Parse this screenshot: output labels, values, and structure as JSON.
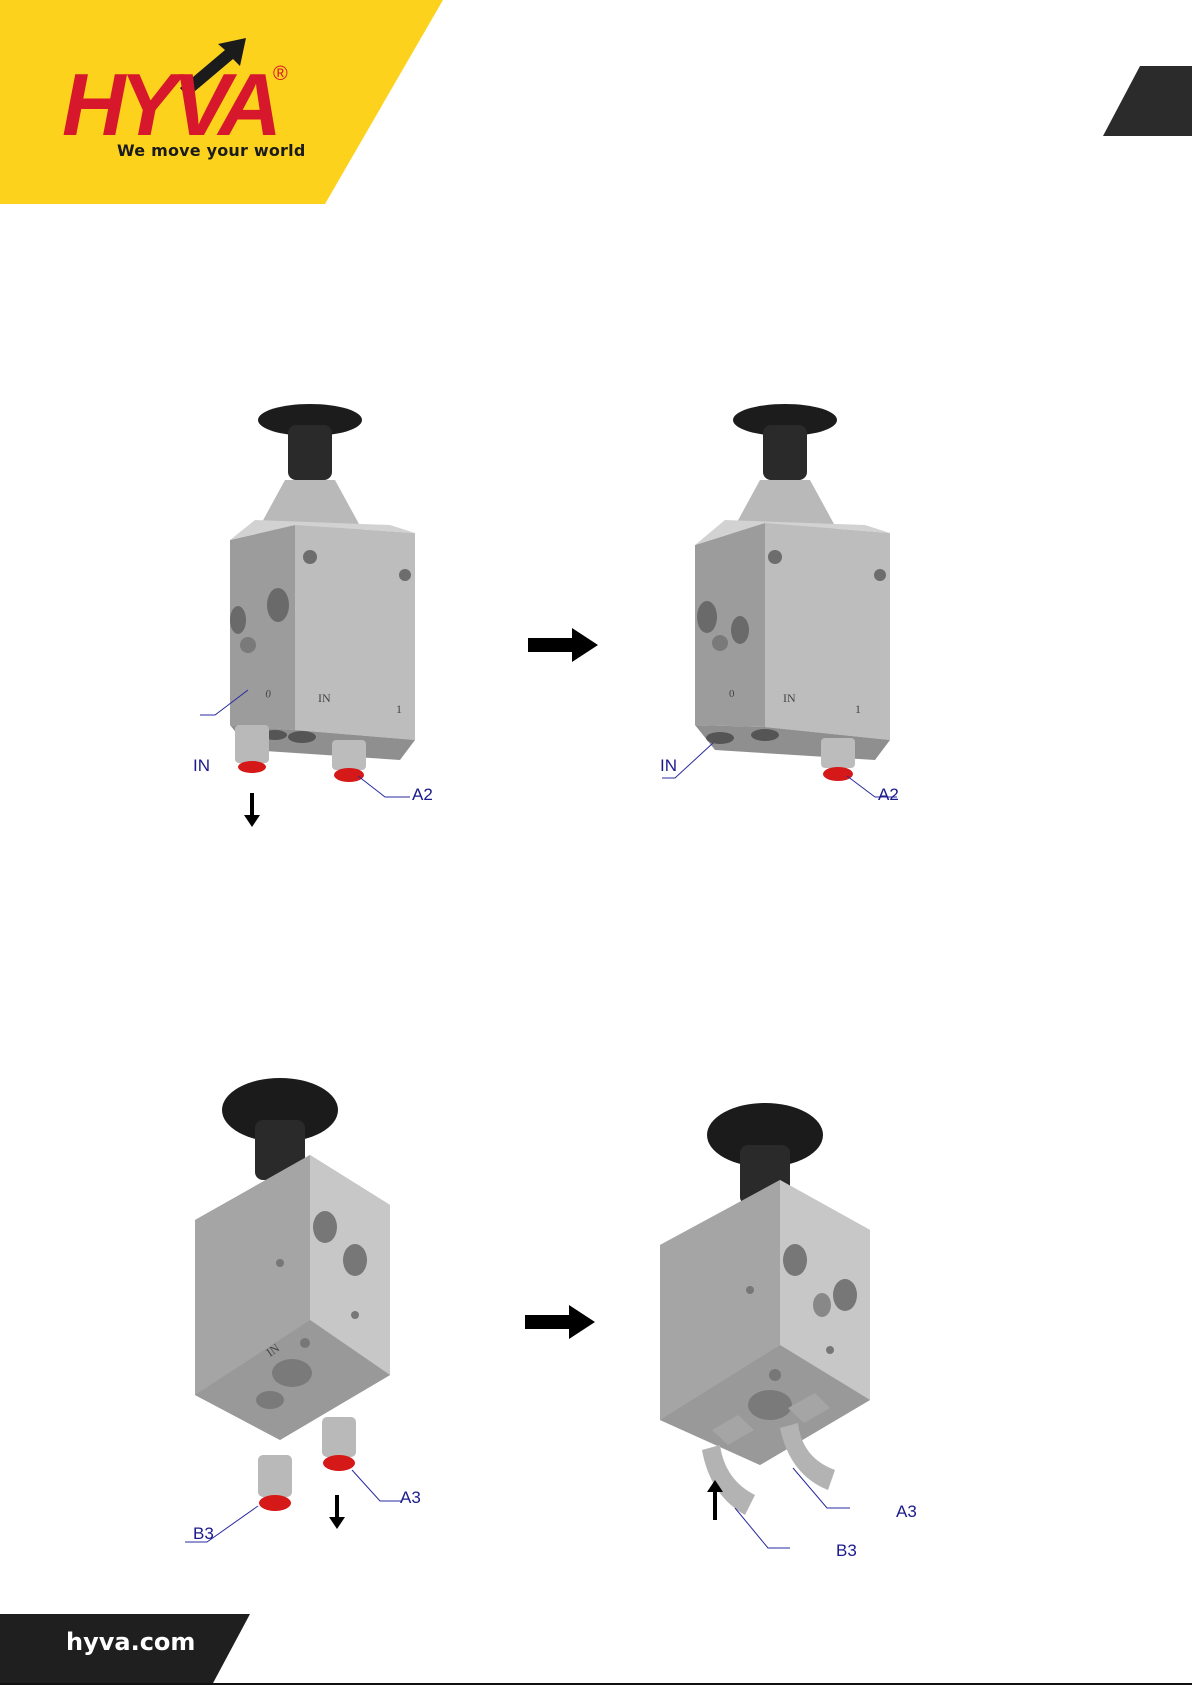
{
  "brand": {
    "name": "HYVA",
    "registered_mark": "®",
    "tagline": "We move your world",
    "accent_color": "#fcd21c",
    "logo_red": "#d7172b"
  },
  "footer": {
    "url": "hyva.com",
    "band_color": "#1f1f1f"
  },
  "figures": {
    "top_left": {
      "label_in": "IN",
      "label_a2": "A2",
      "block_marks": [
        "IN",
        "1"
      ]
    },
    "top_right": {
      "label_in": "IN",
      "label_a2": "A2",
      "block_marks": [
        "IN",
        "1"
      ]
    },
    "bottom_left": {
      "label_a3": "A3",
      "label_b3": "B3"
    },
    "bottom_right": {
      "label_a3": "A3",
      "label_b3": "B3"
    }
  },
  "icons": {
    "step_arrow": "arrow-right-icon",
    "remove_arrow": "arrow-down-icon",
    "insert_arrow": "arrow-up-icon"
  }
}
